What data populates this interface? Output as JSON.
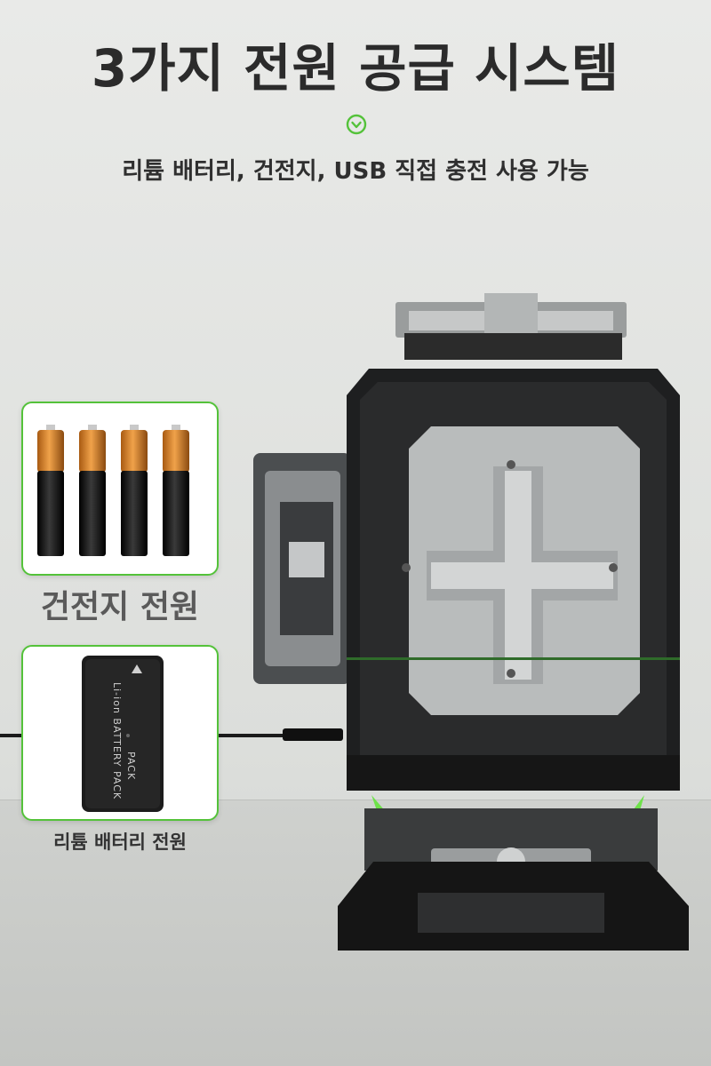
{
  "header": {
    "title": "3가지 전원 공급 시스템",
    "subtitle": "리튬 배터리, 건전지, USB 직접 충전 사용 가능"
  },
  "colors": {
    "accent_green": "#54c23a",
    "device_body": "#1c1c1c",
    "device_panel": "#b9bcbc"
  },
  "icons": {
    "divider": "check-circle-icon"
  },
  "options": [
    {
      "label": "건전지 전원",
      "image": "aa-batteries"
    },
    {
      "label": "리튬 배터리 전원",
      "image": "li-ion-battery-pack"
    }
  ],
  "battery_pack": {
    "line1": "Li-ion BATTERY PACK",
    "line2": "PACK"
  }
}
